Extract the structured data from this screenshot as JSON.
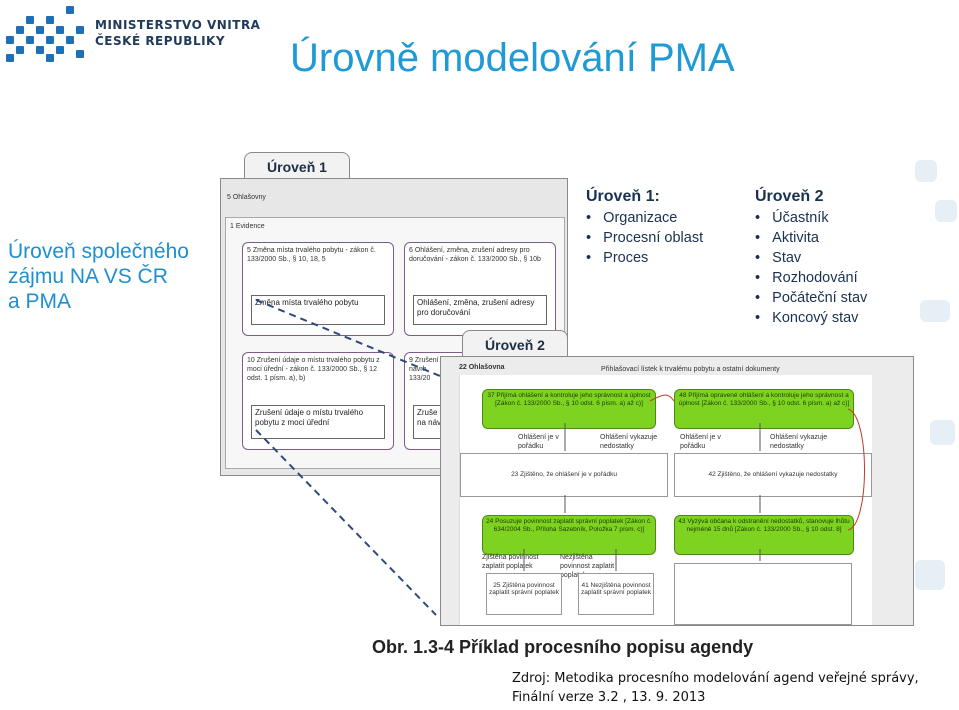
{
  "logo": {
    "line1": "MINISTERSTVO VNITRA",
    "line2": "ČESKÉ REPUBLIKY"
  },
  "title": "Úrovně modelování PMA",
  "side_text": {
    "line1": "Úroveň společného",
    "line2": "zájmu NA VS ČR",
    "line3": "a PMA"
  },
  "figure": {
    "level1_tab": "Úroveň 1",
    "level1_header": "5 Ohlašovny",
    "level1_section": "1 Evidence",
    "level1_cards": [
      {
        "label": "5 Změna místa trvalého pobytu - zákon č. 133/2000 Sb., § 10, 18, 5",
        "box": "Změna místa trvalého pobytu"
      },
      {
        "label": "6 Ohlášení, změna, zrušení adresy pro doručování - zákon č. 133/2000 Sb., § 10b",
        "box": "Ohlášení, změna, zrušení adresy pro doručování"
      },
      {
        "label": "10 Zrušení údaje o místu trvalého pobytu z moci úřední - zákon č. 133/2000 Sb., § 12 odst. 1 písm. a), b)",
        "box": "Zrušení údaje o místu trvalého pobytu z moci úřední"
      },
      {
        "label": "9 Zrušení na návrh 133/20",
        "box": "Zruše na náv"
      }
    ],
    "level2_tab": "Úroveň 2",
    "level2_header": "22 Ohlašovna",
    "level2_doc": "Přihlašovací lístek k trvalému pobytu a ostatní dokumenty",
    "green_steps": [
      "37 Přijímá ohlášení a kontroluje jeho správnost a úplnost [Zákon č. 133/2000 Sb., § 10 odst. 6 písm. a) až c)]",
      "48 Přijímá opravené ohlášení a kontroluje jeho správnost a úplnost [Zákon č. 133/2000 Sb., § 10 odst. 6 písm. a) až c)]",
      "24 Posuzuje povinnost zaplatit správní poplatek [Zákon č. 634/2004 Sb., Příloha Sazebník, Položka 7 písm. c)]",
      "43 Vyzývá občana k odstranění nedostatků, stanovuje lhůtu nejméně 15 dnů [Zákon č. 133/2000 Sb., § 10 odst. 8]"
    ],
    "branch_labels": [
      "Ohlášení je v pořádku",
      "Ohlášení vykazuje nedostatky",
      "Ohlášení je v pořádku",
      "Ohlášení vykazuje nedostatky",
      "Zjištěna povinnost zaplatit poplatek",
      "Nezjištěna povinnost zaplatit poplatek"
    ],
    "grey_states": [
      "23 Zjištěno, že ohlášení je v pořádku",
      "42 Zjištěno, že ohlášení vykazuje nedostatky",
      "25 Zjištěna povinnost zaplatit správní poplatek",
      "41 Nezjištěna povinnost zaplatit správní poplatek"
    ]
  },
  "level1_list": {
    "heading": "Úroveň 1:",
    "items": [
      "Organizace",
      "Procesní oblast",
      "Proces"
    ]
  },
  "level2_list": {
    "heading": "Úroveň 2",
    "items": [
      "Účastník",
      "Aktivita",
      "Stav",
      "Rozhodování",
      "Počáteční stav",
      "Koncový stav"
    ]
  },
  "caption": "Obr. 1.3-4 Příklad procesního popisu agendy",
  "source": {
    "line1": "Zdroj: Metodika procesního modelování agend veřejné správy,",
    "line2": "Finální verze 3.2 ,  13. 9. 2013"
  },
  "colors": {
    "title_blue": "#1f9ad6",
    "logo_blue": "#1f6fb5",
    "step_green": "#7ed321",
    "panel_grey": "#e7e7e7"
  }
}
